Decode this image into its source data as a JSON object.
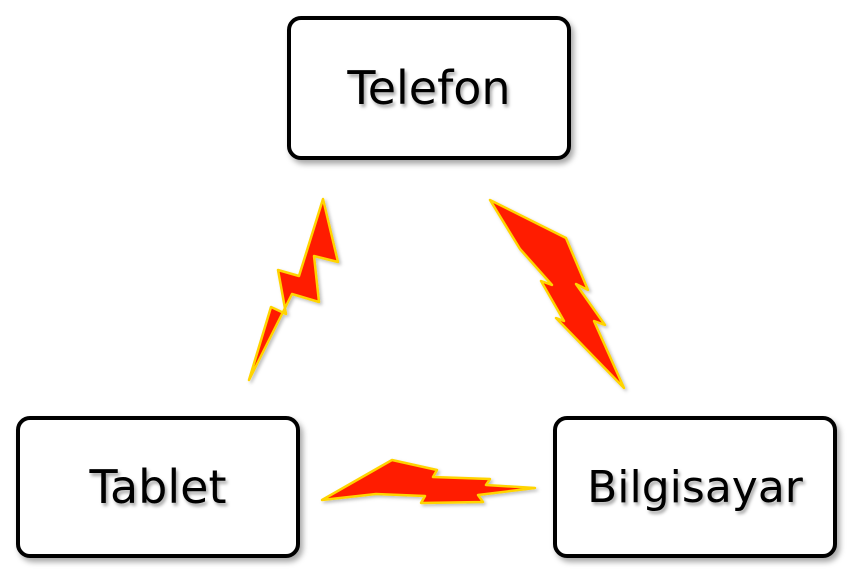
{
  "nodes": {
    "top": {
      "label": "Telefon"
    },
    "left": {
      "label": "Tablet"
    },
    "right": {
      "label": "Bilgisayar"
    }
  },
  "colors": {
    "bolt_fill": "#ff1a00",
    "bolt_stroke": "#ffd400",
    "box_border": "#000000"
  },
  "icons": [
    "lightning-bolt-icon",
    "lightning-bolt-icon",
    "lightning-bolt-icon"
  ]
}
